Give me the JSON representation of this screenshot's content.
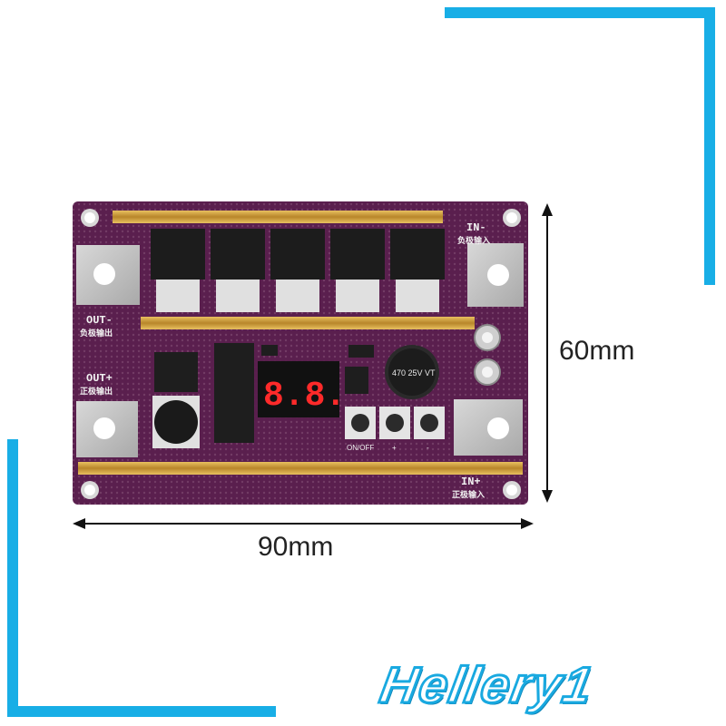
{
  "dimensions": {
    "height_label": "60mm",
    "width_label": "90mm"
  },
  "board": {
    "label_in_minus": "IN-",
    "label_in_minus_sub": "负极输入",
    "label_in_plus": "IN+",
    "label_in_plus_sub": "正极输入",
    "label_out_minus": "OUT-",
    "label_out_minus_sub": "负极输出",
    "label_out_plus": "OUT+",
    "label_out_plus_sub": "正极输出",
    "display_digits": "8.8.",
    "capacitor_text": "470 25V VT",
    "button_labels": [
      "ON/OFF",
      "+",
      "-"
    ],
    "pcb_color": "#5a1f4e",
    "frame_color": "#18aee6"
  },
  "watermark": {
    "text": "Hellery1"
  }
}
